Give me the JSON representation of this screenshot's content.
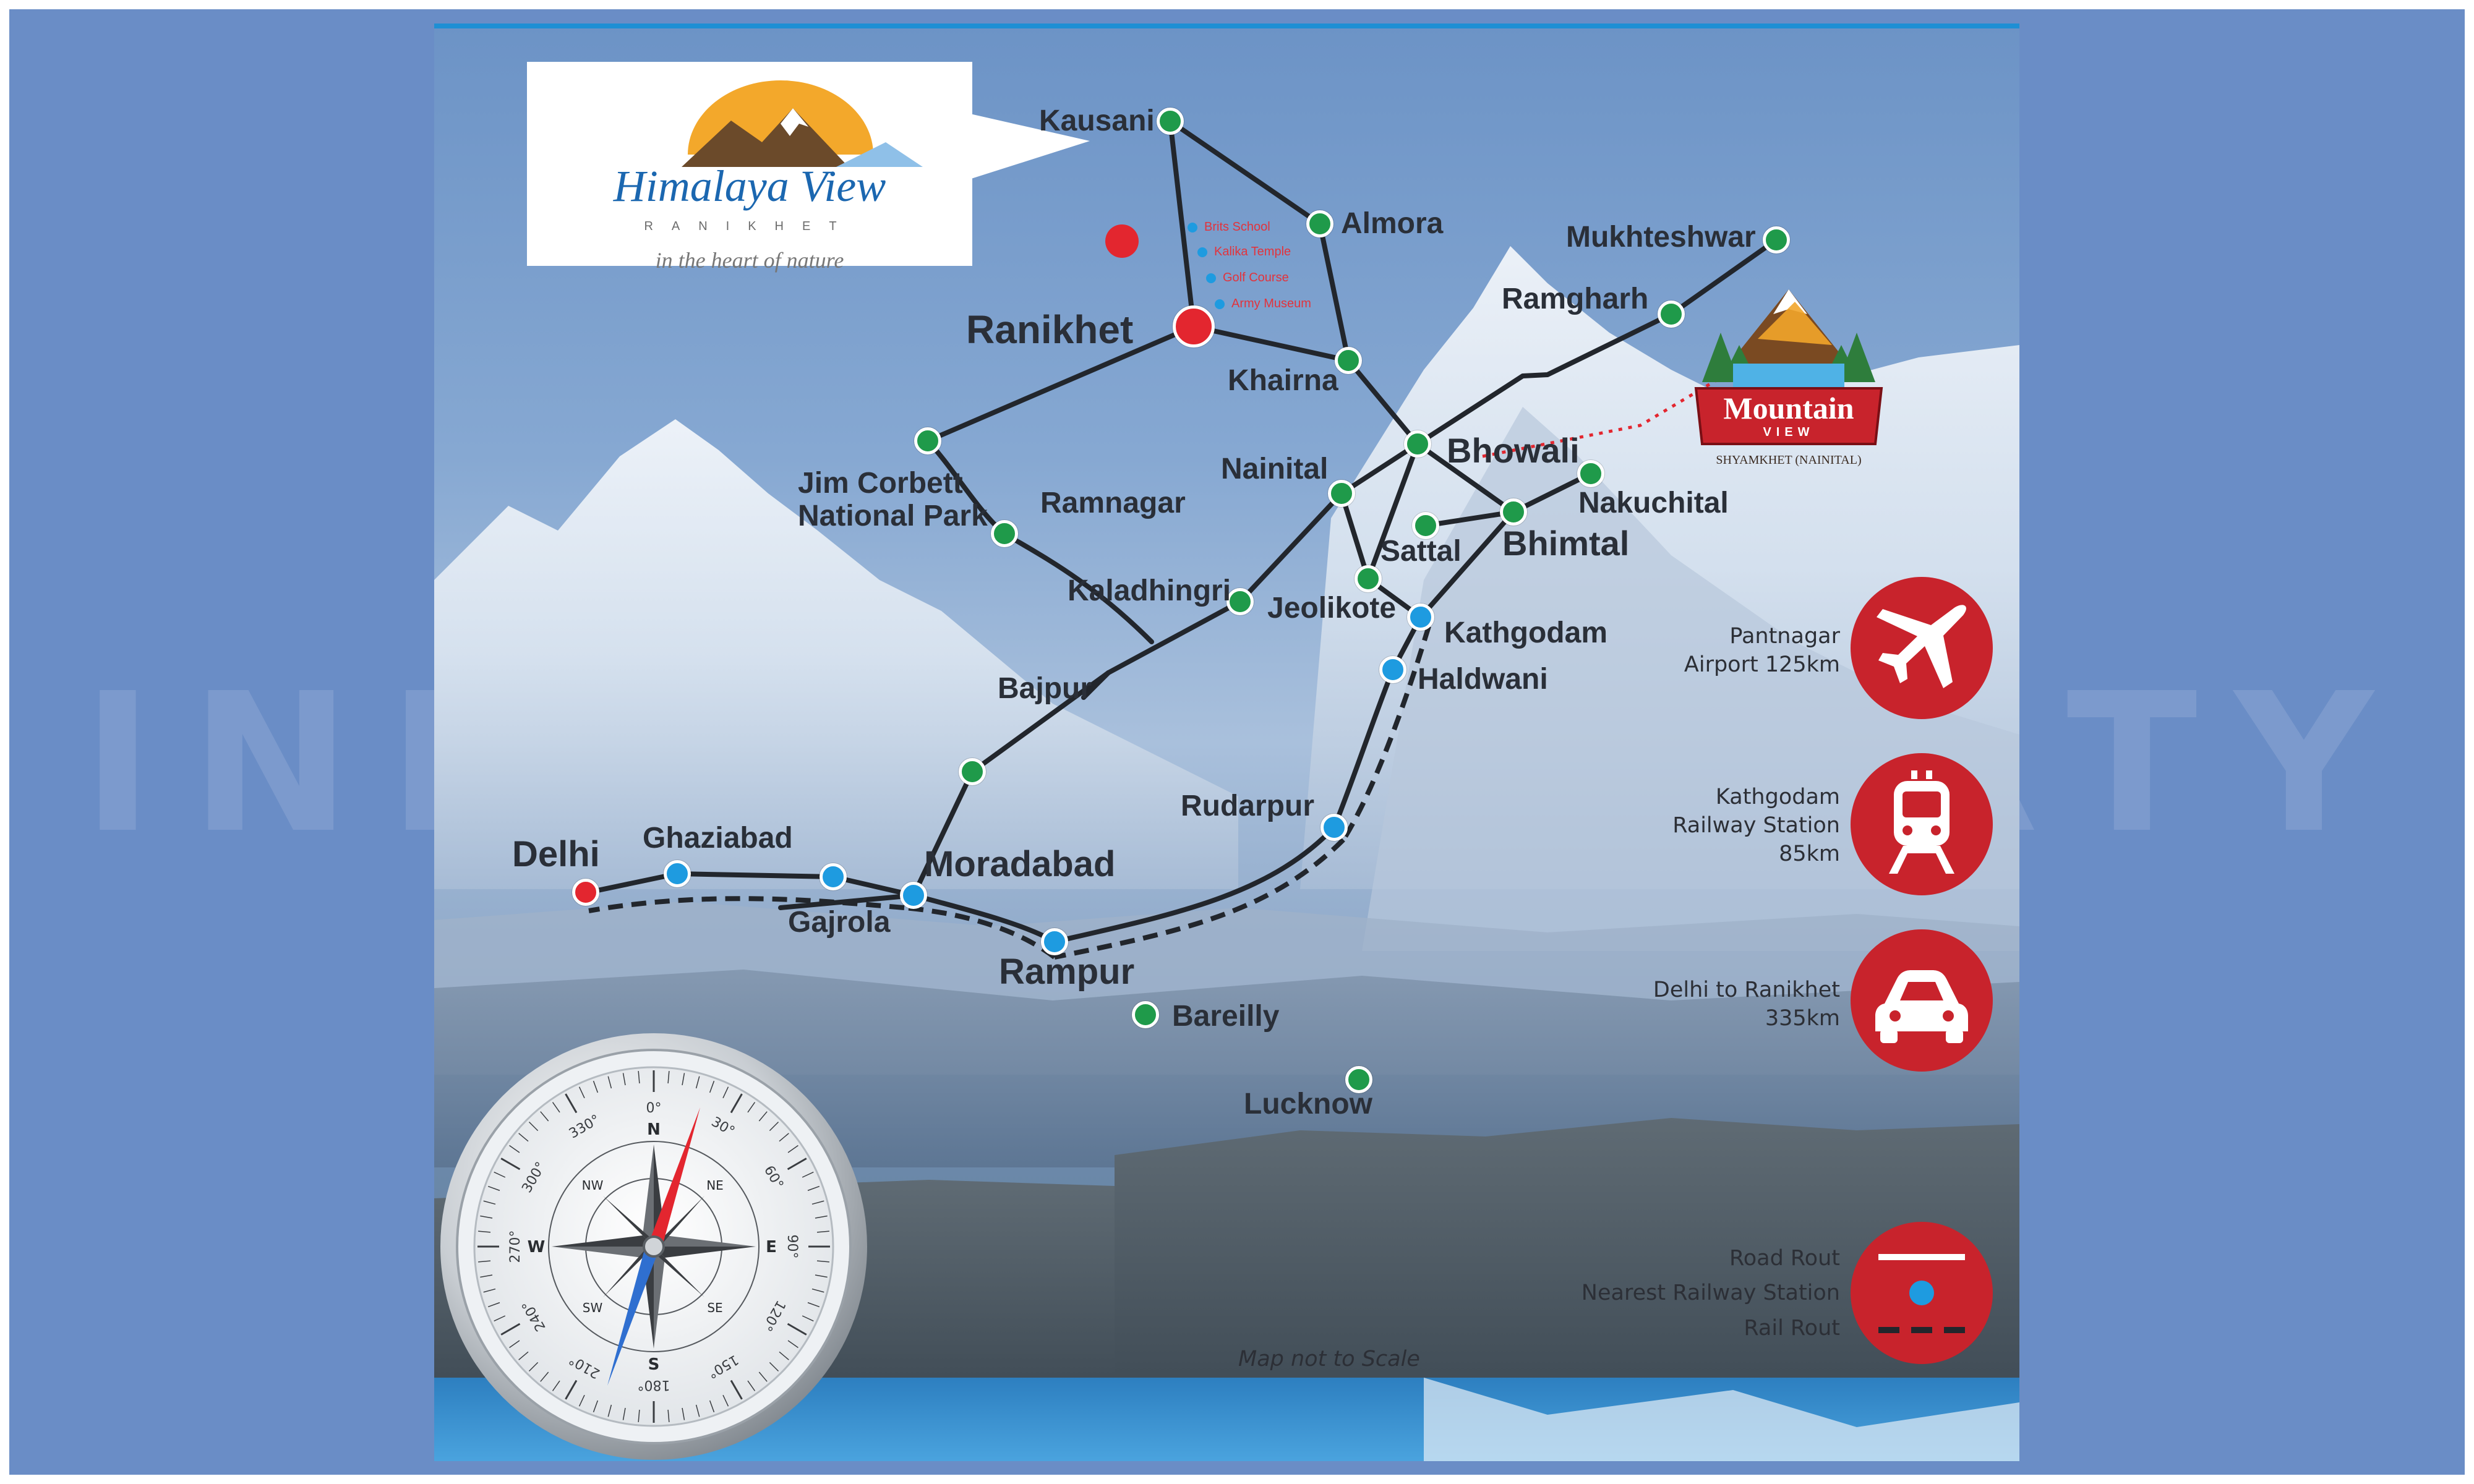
{
  "watermark": "INDIA PROPERTY MART",
  "brand": {
    "name": "Himalaya View",
    "location": "RANIKHET",
    "tagline": "in the heart of nature"
  },
  "secondary_brand": {
    "name": "Mountain",
    "sub": "VIEW",
    "location": "SHYAMKHET (NAINITAL)"
  },
  "towns": [
    {
      "id": "kausani",
      "label": "Kausani",
      "type": "road"
    },
    {
      "id": "almora",
      "label": "Almora",
      "type": "road"
    },
    {
      "id": "mukhteshwar",
      "label": "Mukhteshwar",
      "type": "road"
    },
    {
      "id": "ramgharh",
      "label": "Ramgharh",
      "type": "road"
    },
    {
      "id": "ranikhet",
      "label": "Ranikhet",
      "type": "destination"
    },
    {
      "id": "khairna",
      "label": "Khairna",
      "type": "road"
    },
    {
      "id": "jim_corbett",
      "label": "Jim Corbett National Park",
      "type": "road"
    },
    {
      "id": "ramnagar",
      "label": "Ramnagar",
      "type": "road"
    },
    {
      "id": "nainital",
      "label": "Nainital",
      "type": "road"
    },
    {
      "id": "bhowali",
      "label": "Bhowali",
      "type": "road"
    },
    {
      "id": "nakuchital",
      "label": "Nakuchital",
      "type": "road"
    },
    {
      "id": "sattal",
      "label": "Sattal",
      "type": "road"
    },
    {
      "id": "bhimtal",
      "label": "Bhimtal",
      "type": "road"
    },
    {
      "id": "kaladhingri",
      "label": "Kaladhingri",
      "type": "road"
    },
    {
      "id": "jeolikote",
      "label": "Jeolikote",
      "type": "road"
    },
    {
      "id": "kathgodam",
      "label": "Kathgodam",
      "type": "station"
    },
    {
      "id": "haldwani",
      "label": "Haldwani",
      "type": "station"
    },
    {
      "id": "bajpur",
      "label": "Bajpur",
      "type": "road"
    },
    {
      "id": "rudarpur",
      "label": "Rudarpur",
      "type": "station"
    },
    {
      "id": "delhi",
      "label": "Delhi",
      "type": "origin"
    },
    {
      "id": "ghaziabad",
      "label": "Ghaziabad",
      "type": "station"
    },
    {
      "id": "gajrola",
      "label": "Gajrola",
      "type": "station"
    },
    {
      "id": "moradabad",
      "label": "Moradabad",
      "type": "station"
    },
    {
      "id": "rampur",
      "label": "Rampur",
      "type": "station"
    },
    {
      "id": "bareilly",
      "label": "Bareilly",
      "type": "road"
    },
    {
      "id": "lucknow",
      "label": "Lucknow",
      "type": "road"
    }
  ],
  "attractions": [
    "Brits School",
    "Kalika Temple",
    "Golf Course",
    "Army Museum"
  ],
  "info_panels": [
    {
      "icon": "airplane-icon",
      "line1": "Pantnagar",
      "line2": "Airport 125km"
    },
    {
      "icon": "train-icon",
      "line1": "Kathgodam",
      "line2": "Railway Station",
      "line3": "85km"
    },
    {
      "icon": "car-icon",
      "line1": "Delhi to Ranikhet",
      "line2": "335km"
    }
  ],
  "legend": {
    "road": "Road Rout",
    "station": "Nearest Railway Station",
    "rail": "Rail Rout"
  },
  "compass": {
    "cardinals": [
      "N",
      "E",
      "S",
      "W"
    ],
    "intercardinals": [
      "NE",
      "SE",
      "SW",
      "NW"
    ],
    "degrees": [
      "0°",
      "30°",
      "60°",
      "90°",
      "120°",
      "150°",
      "180°",
      "210°",
      "240°",
      "270°",
      "300°",
      "330°"
    ]
  },
  "note": "Map not to Scale",
  "colors": {
    "road_node": "#1f9a4a",
    "station_node": "#1e9be0",
    "destination_node": "#e3262f",
    "badge": "#c8232c",
    "route_line": "#22262c"
  }
}
